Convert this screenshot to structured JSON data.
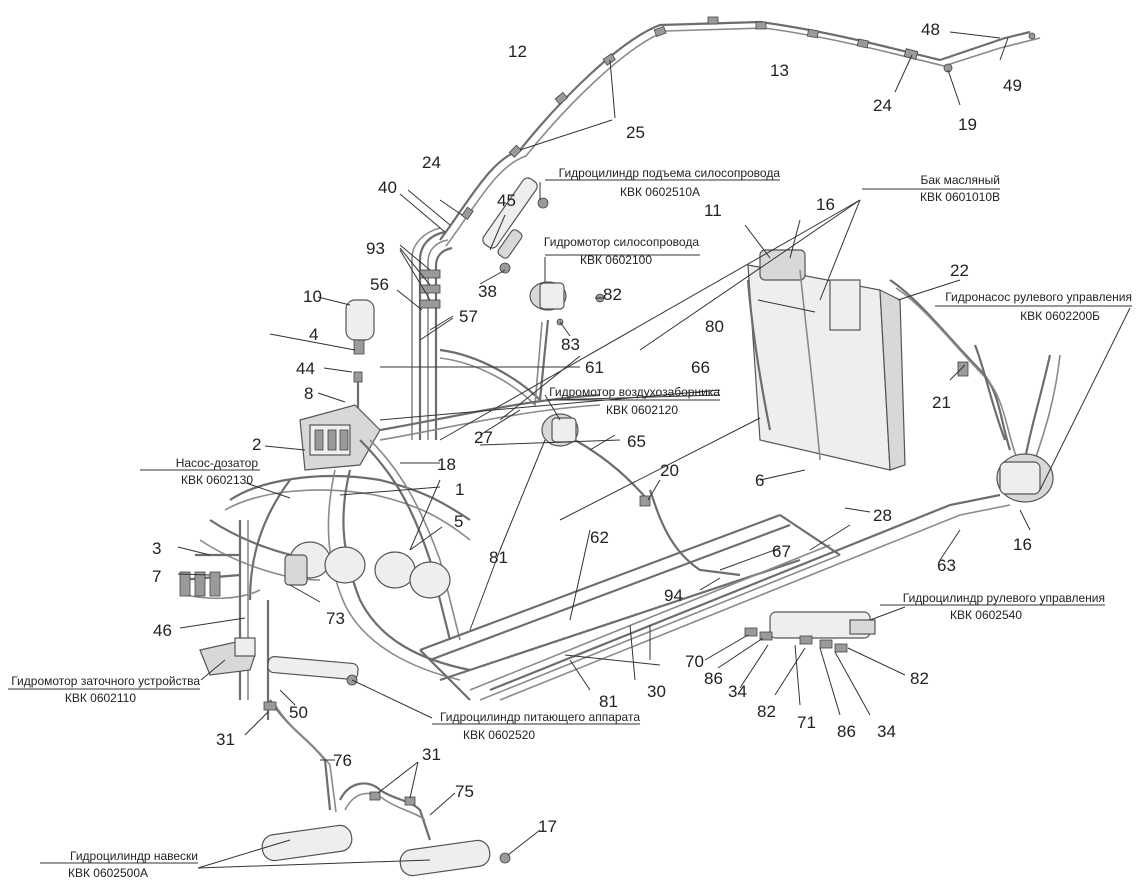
{
  "callouts": [
    "1",
    "2",
    "3",
    "4",
    "5",
    "6",
    "7",
    "8",
    "10",
    "11",
    "12",
    "13",
    "16",
    "16",
    "17",
    "18",
    "19",
    "20",
    "21",
    "22",
    "24",
    "24",
    "25",
    "27",
    "28",
    "30",
    "31",
    "31",
    "34",
    "34",
    "38",
    "40",
    "44",
    "45",
    "46",
    "48",
    "49",
    "50",
    "56",
    "57",
    "61",
    "62",
    "63",
    "65",
    "66",
    "67",
    "70",
    "71",
    "73",
    "75",
    "76",
    "80",
    "81",
    "81",
    "82",
    "82",
    "82",
    "83",
    "86",
    "86",
    "93",
    "94"
  ],
  "captions": [
    {
      "name": "Гидроцилиндр подъема силосопровода",
      "code": "КВК 0602510А"
    },
    {
      "name": "Гидромотор силосопровода",
      "code": "КВК 0602100"
    },
    {
      "name": "Бак масляный",
      "code": "КВК 0601010В"
    },
    {
      "name": "Гидронасос рулевого управления",
      "code": "КВК 0602200Б"
    },
    {
      "name": "Гидромотор воздухозаборника",
      "code": "КВК 0602120"
    },
    {
      "name": "Насос-дозатор",
      "code": "КВК 0602130"
    },
    {
      "name": "Гидроцилиндр рулевого управления",
      "code": "КВК 0602540"
    },
    {
      "name": "Гидромотор заточного устройства",
      "code": "КВК 0602110"
    },
    {
      "name": "Гидроцилиндр питающего аппарата",
      "code": "КВК 0602520"
    },
    {
      "name": "Гидроцилиндр навески",
      "code": "КВК 0602500А"
    }
  ]
}
